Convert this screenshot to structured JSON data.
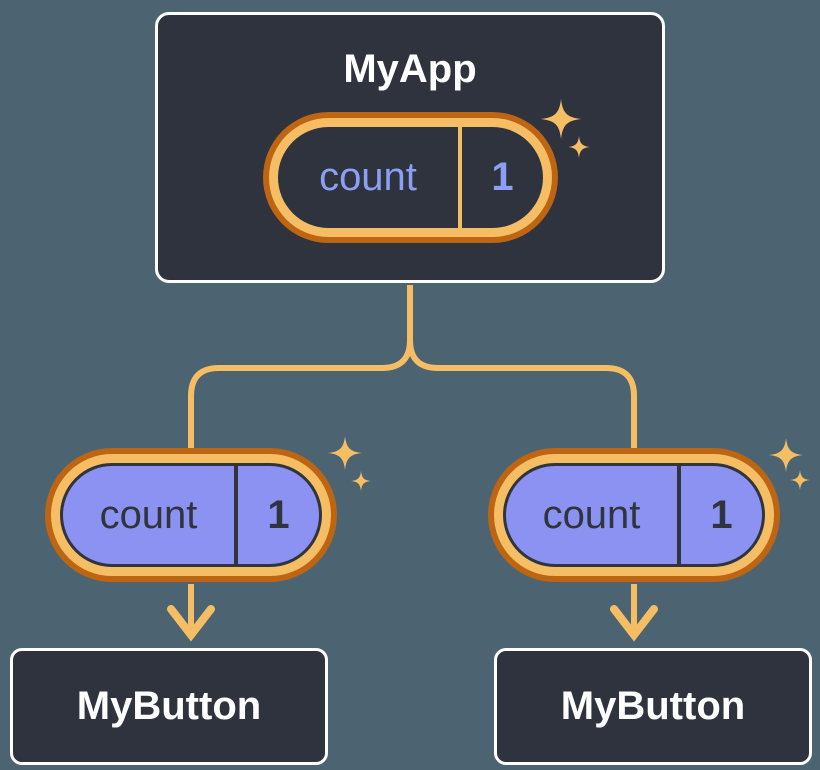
{
  "colors": {
    "canvas-bg": "#4c6471",
    "box-bg": "#2e333d",
    "box-border": "#ffffff",
    "orange-dark": "#bd6512",
    "orange-light": "#f6be64",
    "purple-fill": "#8b92f2",
    "purple-text": "#8c9ff5",
    "dark-text": "#2f343d",
    "title-text": "#ffffff"
  },
  "diagram": {
    "root": {
      "title": "MyApp",
      "state": {
        "name": "count",
        "value": "1"
      }
    },
    "children": [
      {
        "title": "MyButton",
        "state": {
          "name": "count",
          "value": "1"
        }
      },
      {
        "title": "MyButton",
        "state": {
          "name": "count",
          "value": "1"
        }
      }
    ]
  }
}
